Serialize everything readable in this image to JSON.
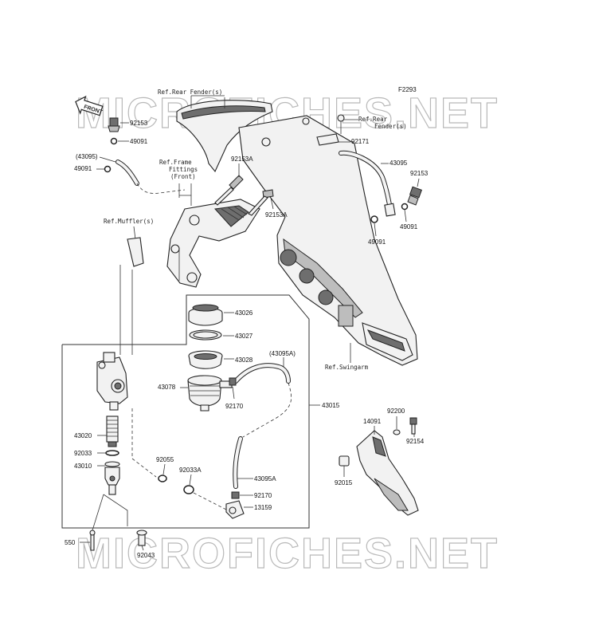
{
  "figure_id": "F2293",
  "watermark": "MICROFICHES.NET",
  "references": {
    "rear_fender_top": "Ref.Rear Fender(s)",
    "rear_fender_right_1": "Ref.Rear",
    "rear_fender_right_2": "Fender(s)",
    "frame_fittings_1": "Ref.Frame",
    "frame_fittings_2": "Fittings",
    "frame_fittings_3": "(Front)",
    "muffler": "Ref.Muffler(s)",
    "swingarm": "Ref.Swingarm"
  },
  "front_arrow": "FRONT",
  "parts": {
    "p92153_a": "92153",
    "p49091_a": "49091",
    "p43095_paren": "(43095)",
    "p49091_b": "49091",
    "p92153A_a": "92153A",
    "p92153A_b": "92153A",
    "p92171": "92171",
    "p43095": "43095",
    "p92153_b": "92153",
    "p49091_c": "49091",
    "p49091_d": "49091",
    "p43026": "43026",
    "p43027": "43027",
    "p43028": "43028",
    "p43095A_paren": "(43095A)",
    "p43078": "43078",
    "p92170_a": "92170",
    "p43015": "43015",
    "p43020": "43020",
    "p92033": "92033",
    "p43010": "43010",
    "p92055": "92055",
    "p92033A": "92033A",
    "p43095A": "43095A",
    "p92170_b": "92170",
    "p13159": "13159",
    "p550": "550",
    "p92043": "92043",
    "p92200": "92200",
    "p14091": "14091",
    "p92154": "92154",
    "p92015": "92015"
  }
}
